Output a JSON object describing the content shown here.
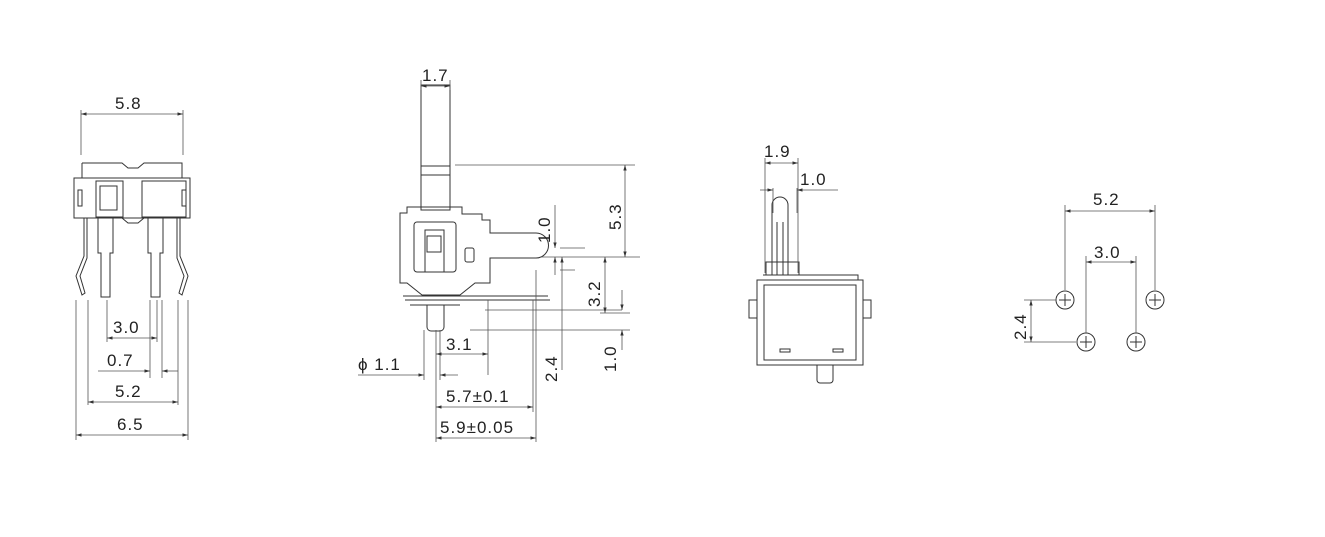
{
  "views": {
    "front": {
      "dims": {
        "width_top": "5.8",
        "pin_pitch_inner": "3.0",
        "pin_width": "0.7",
        "pin_pitch_outer": "5.2",
        "overall_width": "6.5"
      }
    },
    "side": {
      "dims": {
        "plunger_width": "1.7",
        "plunger_travel": "5.3",
        "tab_thickness": "1.0",
        "height_3_2": "3.2",
        "post_height": "1.0",
        "height_2_4": "2.4",
        "offset_3_1": "3.1",
        "post_diameter": "ϕ 1.1",
        "length_5_7": "5.7±0.1",
        "length_5_9": "5.9±0.05"
      }
    },
    "end": {
      "dims": {
        "plunger_width": "1.9",
        "plunger_tip": "1.0"
      }
    },
    "footprint": {
      "dims": {
        "outer_pitch": "5.2",
        "inner_pitch": "3.0",
        "row_spacing": "2.4"
      }
    }
  }
}
